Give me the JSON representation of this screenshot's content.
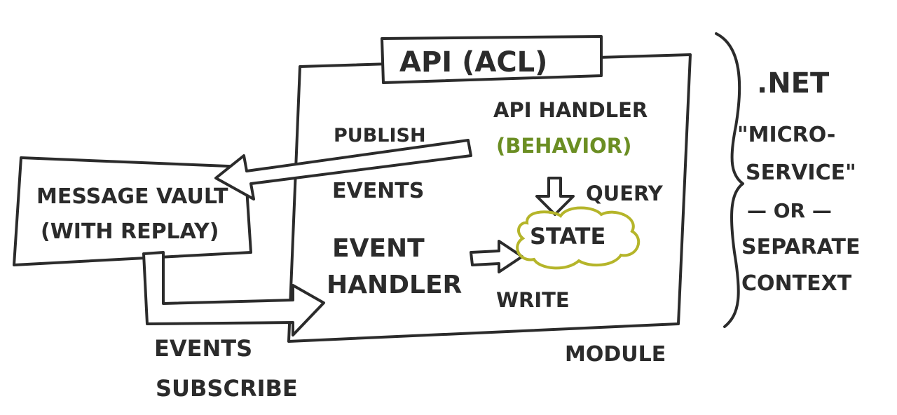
{
  "colors": {
    "ink": "#2b2b2b",
    "behavior": "#6b8e23",
    "state_cloud": "#b5b52a"
  },
  "api_box": {
    "label": "API (ACL)"
  },
  "module": {
    "label": "MODULE",
    "publish_label": "PUBLISH",
    "events_label": "EVENTS",
    "api_handler_label": "API HANDLER",
    "behavior_label": "(BEHAVIOR)",
    "query_label": "QUERY",
    "state_label": "STATE",
    "event_handler_line1": "EVENT",
    "event_handler_line2": "HANDLER",
    "write_label": "WRITE"
  },
  "message_vault": {
    "line1": "MESSAGE VAULT",
    "line2": "(WITH REPLAY)"
  },
  "subscribe": {
    "line1": "EVENTS",
    "line2": "SUBSCRIBE"
  },
  "side_note": {
    "line1": ".NET",
    "line2": "\"MICRO-",
    "line3": "SERVICE\"",
    "line4": "— OR —",
    "line5": "SEPARATE",
    "line6": "CONTEXT"
  }
}
